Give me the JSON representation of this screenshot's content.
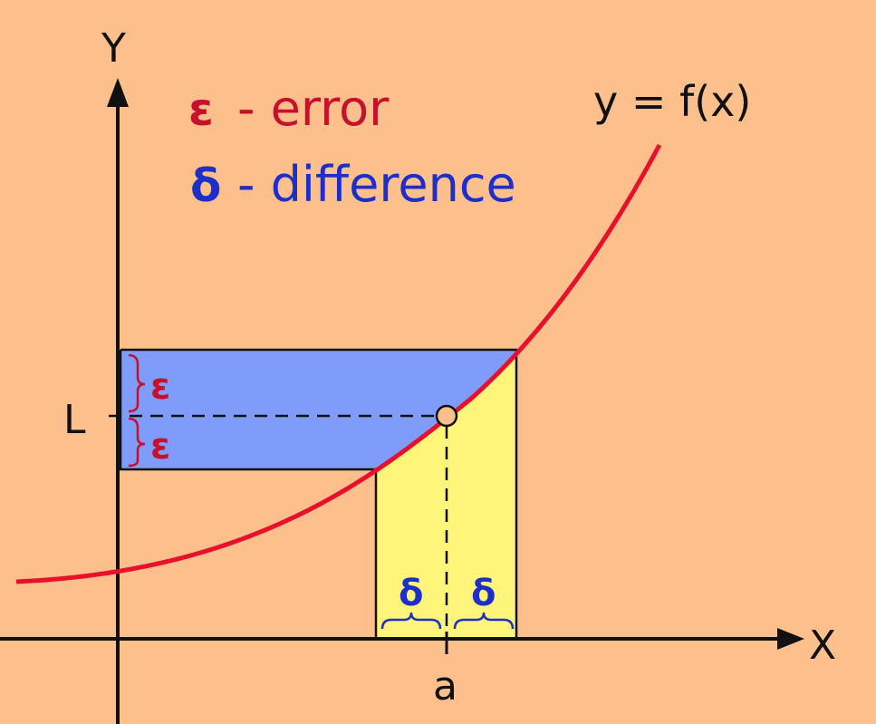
{
  "axes": {
    "x_label": "X",
    "y_label": "Y"
  },
  "legend": {
    "epsilon_symbol": "ε",
    "epsilon_text": "- error",
    "delta_symbol": "δ",
    "delta_text": "- difference"
  },
  "function_label": "y = f(x)",
  "limit_label": "L",
  "point_label": "a",
  "epsilon_marks": [
    "ε",
    "ε"
  ],
  "delta_marks": [
    "δ",
    "δ"
  ],
  "colors": {
    "background": "#FDBF8C",
    "curve": "#E8102A",
    "epsilon_band": "#7F9CFB",
    "delta_band": "#FFF57A",
    "epsilon_text": "#C8102E",
    "delta_text": "#1E2FC8"
  }
}
